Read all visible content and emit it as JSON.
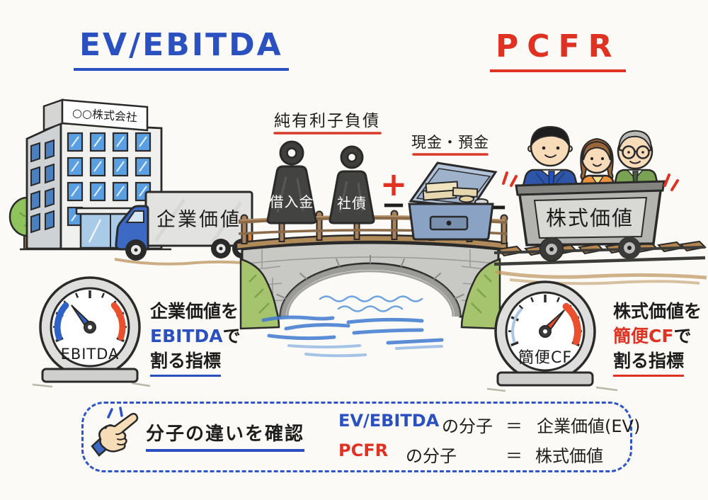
{
  "titles": {
    "left": "EV/EBITDA",
    "right": "PCFR"
  },
  "building": {
    "sign": "○○株式会社"
  },
  "truck": {
    "label": "企業価値"
  },
  "debt": {
    "heading": "純有利子負債",
    "weight_left": "借入金",
    "weight_right": "社債"
  },
  "cash": {
    "heading": "現金・預金"
  },
  "cart": {
    "label": "株式価値"
  },
  "operators": {
    "plus": "+",
    "minus_cash": "−",
    "minus_cart": "−"
  },
  "gauge_left": {
    "label": "EBITDA",
    "line1": "企業価値を",
    "highlight": "EBITDA",
    "suffix": "で",
    "line3": "割る指標"
  },
  "gauge_right": {
    "label": "簡便CF",
    "line1": "株式価値を",
    "highlight": "簡便CF",
    "suffix": "で",
    "line3": "割る指標"
  },
  "note": {
    "heading": "分子の違いを確認",
    "rows": [
      {
        "term": "EV/EBITDA",
        "mid": "の分子",
        "eq": "＝",
        "value": "企業価値(EV)"
      },
      {
        "term": "PCFR",
        "mid": "の分子",
        "eq": "＝",
        "value": "株式価値"
      }
    ]
  },
  "colors": {
    "blue": "#2b50c0",
    "red": "#e03222",
    "ink": "#1d1d1d",
    "gauge_arc_blue": "#2f62c8",
    "gauge_arc_red": "#ea4f2e"
  }
}
